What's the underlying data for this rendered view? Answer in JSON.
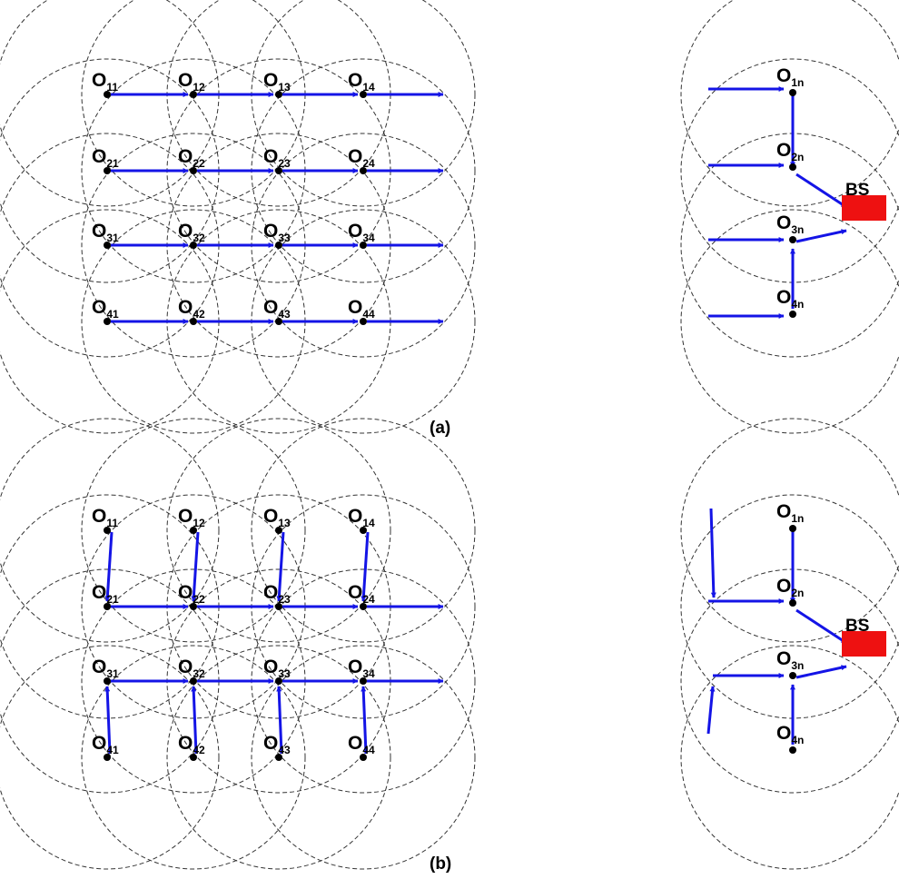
{
  "panels": [
    {
      "caption": "(a)",
      "grid_labels": [
        [
          {
            "base": "O",
            "sub": "11"
          },
          {
            "base": "O",
            "sub": "12"
          },
          {
            "base": "O",
            "sub": "13"
          },
          {
            "base": "O",
            "sub": "14"
          }
        ],
        [
          {
            "base": "O",
            "sub": "21"
          },
          {
            "base": "O",
            "sub": "22"
          },
          {
            "base": "O",
            "sub": "23"
          },
          {
            "base": "O",
            "sub": "24"
          }
        ],
        [
          {
            "base": "O",
            "sub": "31"
          },
          {
            "base": "O",
            "sub": "32"
          },
          {
            "base": "O",
            "sub": "33"
          },
          {
            "base": "O",
            "sub": "34"
          }
        ],
        [
          {
            "base": "O",
            "sub": "41"
          },
          {
            "base": "O",
            "sub": "42"
          },
          {
            "base": "O",
            "sub": "43"
          },
          {
            "base": "O",
            "sub": "44"
          }
        ]
      ],
      "column_labels": [
        {
          "base": "O",
          "sub": "1n"
        },
        {
          "base": "O",
          "sub": "2n"
        },
        {
          "base": "O",
          "sub": "3n"
        },
        {
          "base": "O",
          "sub": "4n"
        }
      ],
      "base_station": "BS"
    },
    {
      "caption": "(b)",
      "grid_labels": [
        [
          {
            "base": "O",
            "sub": "11"
          },
          {
            "base": "O",
            "sub": "12"
          },
          {
            "base": "O",
            "sub": "13"
          },
          {
            "base": "O",
            "sub": "14"
          }
        ],
        [
          {
            "base": "O",
            "sub": "21"
          },
          {
            "base": "O",
            "sub": "22"
          },
          {
            "base": "O",
            "sub": "23"
          },
          {
            "base": "O",
            "sub": "24"
          }
        ],
        [
          {
            "base": "O",
            "sub": "31"
          },
          {
            "base": "O",
            "sub": "32"
          },
          {
            "base": "O",
            "sub": "33"
          },
          {
            "base": "O",
            "sub": "34"
          }
        ],
        [
          {
            "base": "O",
            "sub": "41"
          },
          {
            "base": "O",
            "sub": "42"
          },
          {
            "base": "O",
            "sub": "43"
          },
          {
            "base": "O",
            "sub": "44"
          }
        ]
      ],
      "column_labels": [
        {
          "base": "O",
          "sub": "1n"
        },
        {
          "base": "O",
          "sub": "2n"
        },
        {
          "base": "O",
          "sub": "3n"
        },
        {
          "base": "O",
          "sub": "4n"
        }
      ],
      "base_station": "BS"
    }
  ],
  "colors": {
    "arrow": "#1414e6",
    "base_station": "#ee1111",
    "circle": "#333333",
    "node": "#000000"
  }
}
